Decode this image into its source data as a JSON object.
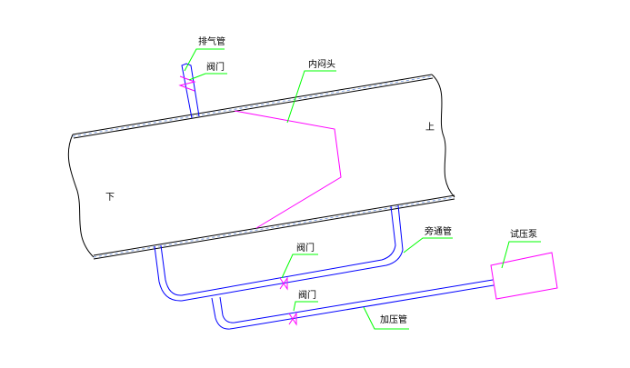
{
  "labels": {
    "vent_pipe": "排气管",
    "valve_top": "阀门",
    "inner_head": "内闷头",
    "upper": "上",
    "lower": "下",
    "bypass_pipe": "旁通管",
    "valve_bypass": "阀门",
    "valve_pressure": "阀门",
    "pressure_pipe": "加压管",
    "pump": "试压泵"
  },
  "colors": {
    "pipe_wall": "#000000",
    "hatch": "#7fa0e0",
    "small_pipe": "#0000ff",
    "head": "#ff00ff",
    "leader": "#00ff00"
  }
}
